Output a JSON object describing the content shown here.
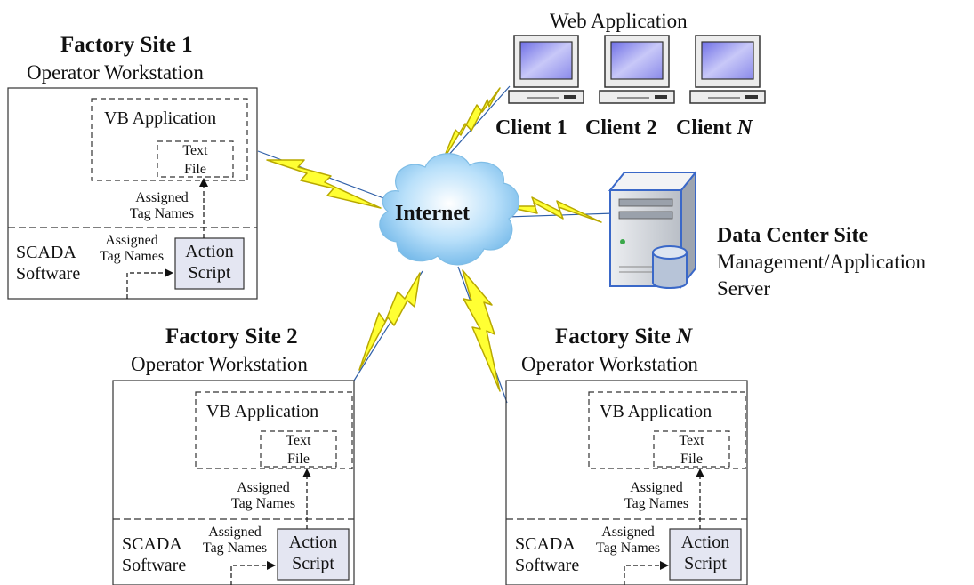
{
  "web_app": {
    "title": "Web Application",
    "clients": [
      {
        "label": "Client 1",
        "name": "Client 1"
      },
      {
        "label": "Client 2",
        "name": "Client 2"
      },
      {
        "label": "Client N",
        "name": "Client ",
        "suffix": "N"
      }
    ]
  },
  "internet": {
    "label": "Internet"
  },
  "data_center": {
    "title": "Data Center Site",
    "line1": "Management/Application",
    "line2": "Server"
  },
  "sites": [
    {
      "title_prefix": "Factory Site ",
      "title_suffix": "1",
      "subtitle": "Operator Workstation",
      "vb_label": "VB Application",
      "text_file_line1": "Text",
      "text_file_line2": "File",
      "assigned_up_line1": "Assigned",
      "assigned_up_line2": "Tag Names",
      "assigned_right_line1": "Assigned",
      "assigned_right_line2": "Tag Names",
      "scada_line1": "SCADA",
      "scada_line2": "Software",
      "action_line1": "Action",
      "action_line2": "Script"
    },
    {
      "title_prefix": "Factory Site ",
      "title_suffix": "2",
      "subtitle": "Operator Workstation",
      "vb_label": "VB Application",
      "text_file_line1": "Text",
      "text_file_line2": "File",
      "assigned_up_line1": "Assigned",
      "assigned_up_line2": "Tag Names",
      "assigned_right_line1": "Assigned",
      "assigned_right_line2": "Tag Names",
      "scada_line1": "SCADA",
      "scada_line2": "Software",
      "action_line1": "Action",
      "action_line2": "Script"
    },
    {
      "title_prefix": "Factory Site ",
      "title_suffix": "N",
      "subtitle": "Operator Workstation",
      "vb_label": "VB Application",
      "text_file_line1": "Text",
      "text_file_line2": "File",
      "assigned_up_line1": "Assigned",
      "assigned_up_line2": "Tag Names",
      "assigned_right_line1": "Assigned",
      "assigned_right_line2": "Tag Names",
      "scada_line1": "SCADA",
      "scada_line2": "Software",
      "action_line1": "Action",
      "action_line2": "Script"
    }
  ],
  "colors": {
    "lightning_fill": "#ffff33",
    "lightning_stroke": "#b8a800",
    "cloud": "#8fcaf0",
    "link_line": "#2f5fa8",
    "action_fill": "#e4e6f2",
    "monitor_screen": "#7f7fe8",
    "server_body": "#d6d9de",
    "server_accent": "#3a68c8"
  },
  "icons": [
    "client-computer-icon",
    "cloud-icon",
    "server-icon",
    "lightning-icon"
  ]
}
